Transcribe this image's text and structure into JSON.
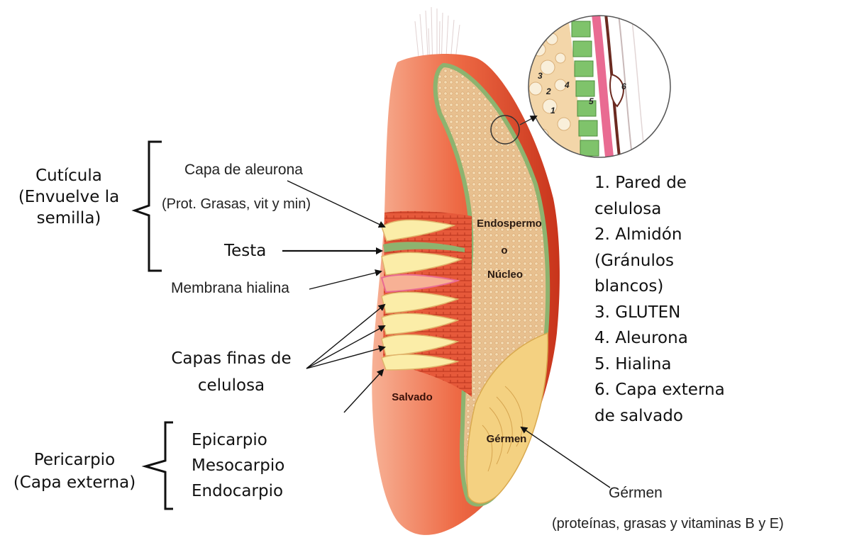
{
  "title": "",
  "colors": {
    "bran_light": "#f7b195",
    "bran_mid": "#ee6a45",
    "bran_dark": "#c8341b",
    "endosperm": "#e8c08f",
    "green_layer": "#8db36f",
    "cream_layer": "#fbeda8",
    "germ": "#f4d181",
    "aleurone_cell": "#7fc36b",
    "pink_layer": "#e96b92"
  },
  "brackets": {
    "cuticula": {
      "lines": [
        "Cutícula",
        "(Envuelve la",
        "semilla)"
      ]
    },
    "pericarpio": {
      "lines": [
        "Pericarpio",
        "(Capa externa)"
      ]
    }
  },
  "layers": {
    "aleurona": {
      "title": "Capa de aleurona",
      "detail": "(Prot. Grasas, vit y min)"
    },
    "testa": "Testa",
    "hialina": "Membrana hialina",
    "celulosa": {
      "lines": [
        "Capas finas de",
        "celulosa"
      ]
    },
    "pericarp_parts": [
      "Epicarpio",
      "Mesocarpio",
      "Endocarpio"
    ]
  },
  "grain": {
    "endospermo": [
      "Endospermo",
      "o",
      "Núcleo"
    ],
    "salvado": "Salvado",
    "germen_inner": "Gérmen"
  },
  "zoom": {
    "cell_numbers": [
      "1",
      "2",
      "3",
      "4",
      "5",
      "6"
    ]
  },
  "legend": [
    "1. Pared de",
    "celulosa",
    "2. Almidón",
    "(Gránulos",
    "blancos)",
    "3. GLUTEN",
    "4. Aleurona",
    "5. Hialina",
    "6. Capa externa",
    "de salvado"
  ],
  "germen_callout": {
    "title": "Gérmen",
    "detail": "(proteínas, grasas y vitaminas B y E)"
  }
}
